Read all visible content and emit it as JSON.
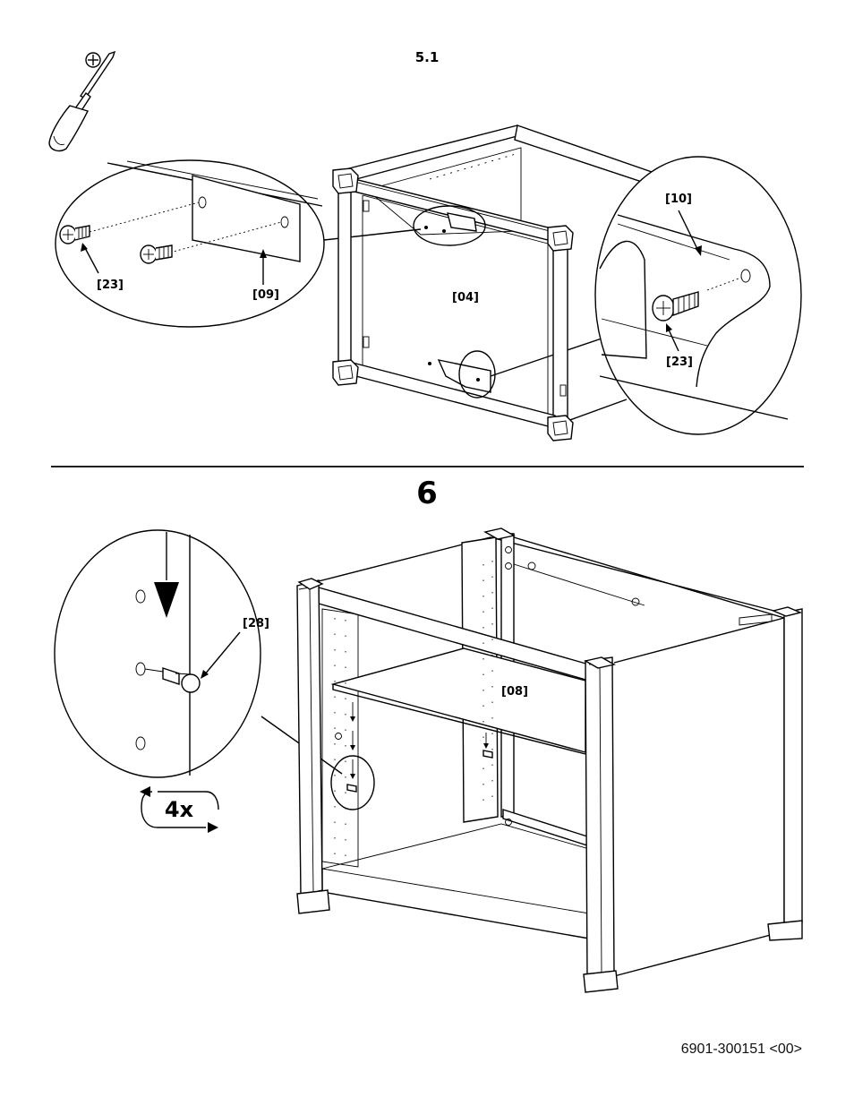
{
  "steps": {
    "top": "5.1",
    "bottom": "6"
  },
  "labels": {
    "part_23_left": "[23]",
    "part_09": "[09]",
    "part_04": "[04]",
    "part_10": "[10]",
    "part_23_right": "[23]",
    "part_28": "[28]",
    "part_08": "[08]"
  },
  "quantity": "4x",
  "document_number": "6901-300151 <00>",
  "icons": [
    "phillips-screwdriver-icon",
    "repeat-arrows-icon"
  ]
}
